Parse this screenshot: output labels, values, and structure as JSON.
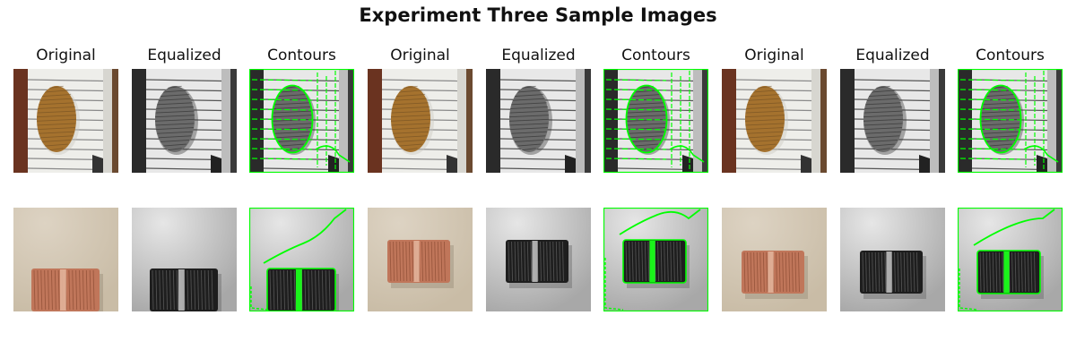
{
  "title": "Experiment Three Sample Images",
  "column_titles": [
    "Original",
    "Equalized",
    "Contours",
    "Original",
    "Equalized",
    "Contours",
    "Original",
    "Equalized",
    "Contours"
  ],
  "rows": [
    {
      "subject": "oval-wood-disc-on-lined-paper",
      "panels": [
        "original-color",
        "equalized-grayscale",
        "contours-overlay",
        "original-color",
        "equalized-grayscale",
        "contours-overlay",
        "original-color",
        "equalized-grayscale",
        "contours-overlay"
      ]
    },
    {
      "subject": "rectangular-wood-block-on-concrete",
      "panels": [
        "original-color",
        "equalized-grayscale",
        "contours-overlay",
        "original-color",
        "equalized-grayscale",
        "contours-overlay",
        "original-color",
        "equalized-grayscale",
        "contours-overlay"
      ]
    }
  ],
  "colors": {
    "contour": "#00ff00",
    "wood_brown": "#a5722e",
    "wood_reddish": "#c0765a",
    "background_beige": "#c9bca6"
  }
}
